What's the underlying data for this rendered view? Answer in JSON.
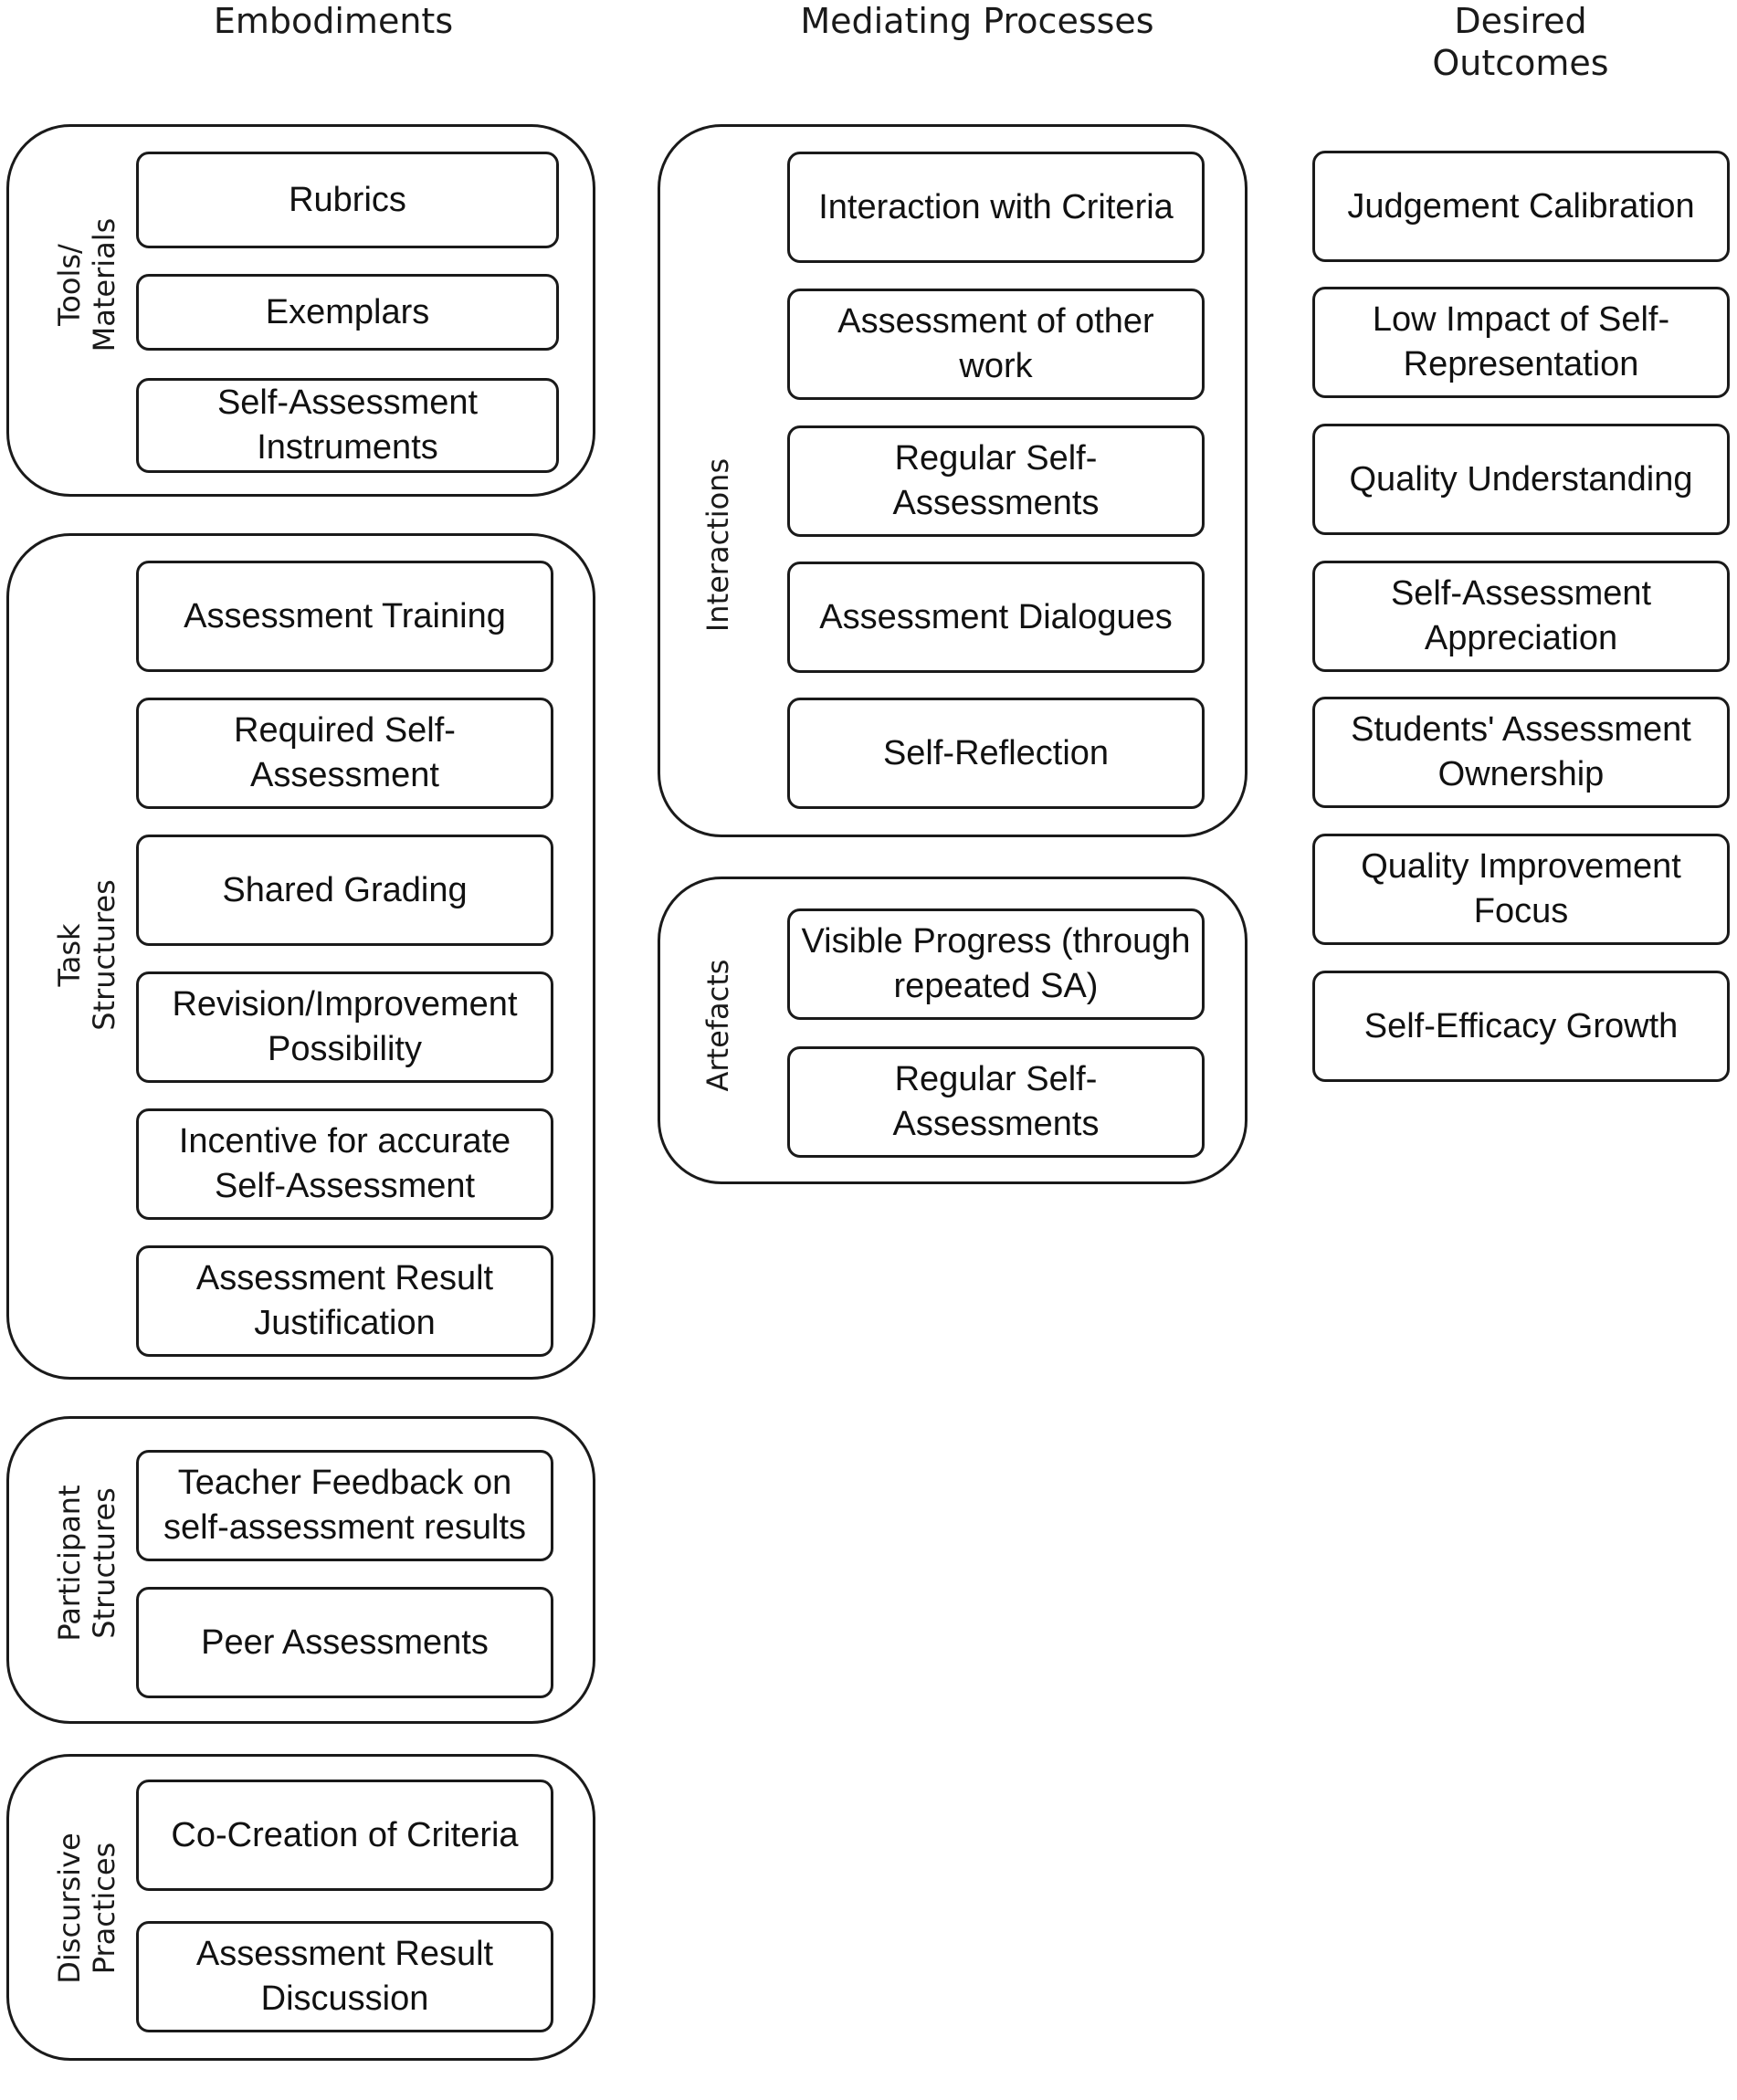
{
  "columns": {
    "embodiments": "Embodiments",
    "mediating": "Mediating Processes",
    "outcomes": "Desired\nOutcomes"
  },
  "groups": {
    "tools": {
      "label": "Tools/\nMaterials",
      "items": [
        "Rubrics",
        "Exemplars",
        "Self-Assessment Instruments"
      ]
    },
    "task": {
      "label": "Task\nStructures",
      "items": [
        "Assessment Training",
        "Required Self-Assessment",
        "Shared Grading",
        "Revision/Improvement Possibility",
        "Incentive for accurate Self-Assessment",
        "Assessment Result Justification"
      ]
    },
    "participant": {
      "label": "Participant\nStructures",
      "items": [
        "Teacher Feedback on self-assessment results",
        "Peer Assessments"
      ]
    },
    "discursive": {
      "label": "Discursive\nPractices",
      "items": [
        "Co-Creation of Criteria",
        "Assessment Result Discussion"
      ]
    },
    "interactions": {
      "label": "Interactions",
      "items": [
        "Interaction with Criteria",
        "Assessment of other work",
        "Regular Self-Assessments",
        "Assessment Dialogues",
        "Self-Reflection"
      ]
    },
    "artefacts": {
      "label": "Artefacts",
      "items": [
        "Visible Progress (through repeated SA)",
        "Regular Self-Assessments"
      ]
    }
  },
  "outcomes": [
    "Judgement Calibration",
    "Low Impact of Self-Representation",
    "Quality Understanding",
    "Self-Assessment Appreciation",
    "Students' Assessment Ownership",
    "Quality Improvement Focus",
    "Self-Efficacy Growth"
  ]
}
